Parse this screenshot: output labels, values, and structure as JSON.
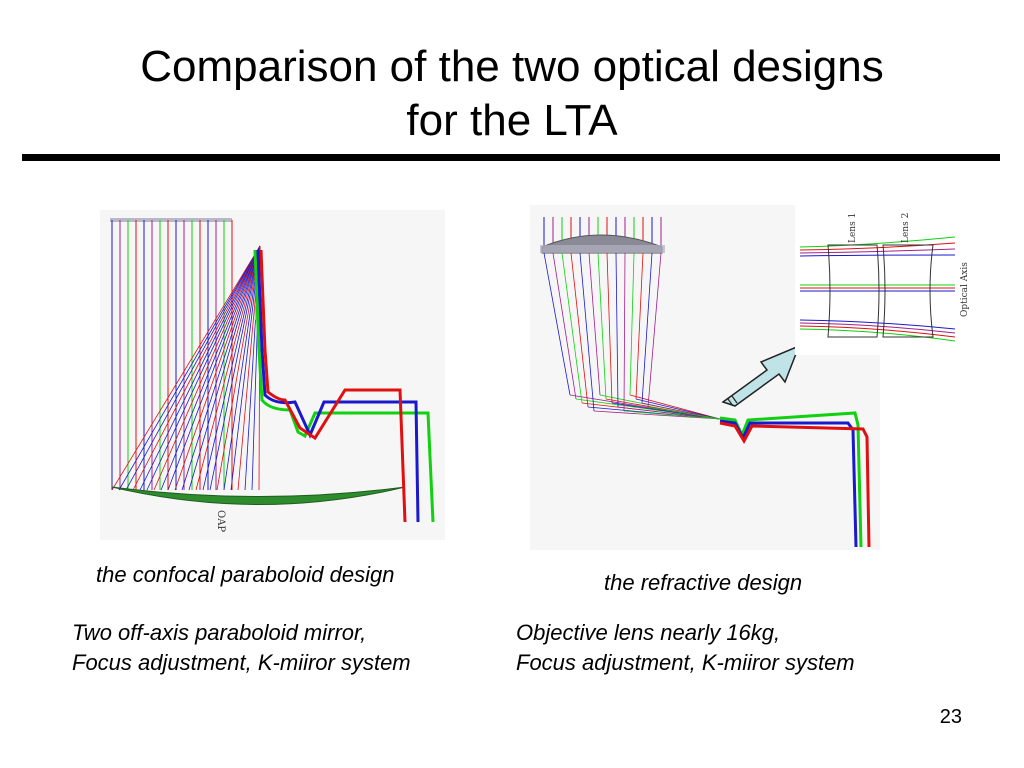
{
  "slide": {
    "title_line1": "Comparison of the two optical designs",
    "title_line2": "for the LTA",
    "page_number": "23"
  },
  "left_design": {
    "caption": "the confocal paraboloid design",
    "desc_line1": "Two off-axis paraboloid mirror,",
    "desc_line2": "Focus adjustment, K-miiror system",
    "mirror_label": "OAP"
  },
  "right_design": {
    "caption": "the refractive design",
    "desc_line1": "Objective lens nearly 16kg,",
    "desc_line2": "Focus adjustment, K-miiror system",
    "inset_labels": {
      "lens1": "Lens 1",
      "lens2": "Lens 2",
      "axis": "Optical Axis"
    }
  },
  "colors": {
    "ray_blue": "#1a1acc",
    "ray_red": "#e01010",
    "ray_green": "#10d010",
    "ray_magenta": "#a0208a",
    "mirror_green": "#2e8b2e",
    "arrow_fill": "#bfe3e6"
  }
}
